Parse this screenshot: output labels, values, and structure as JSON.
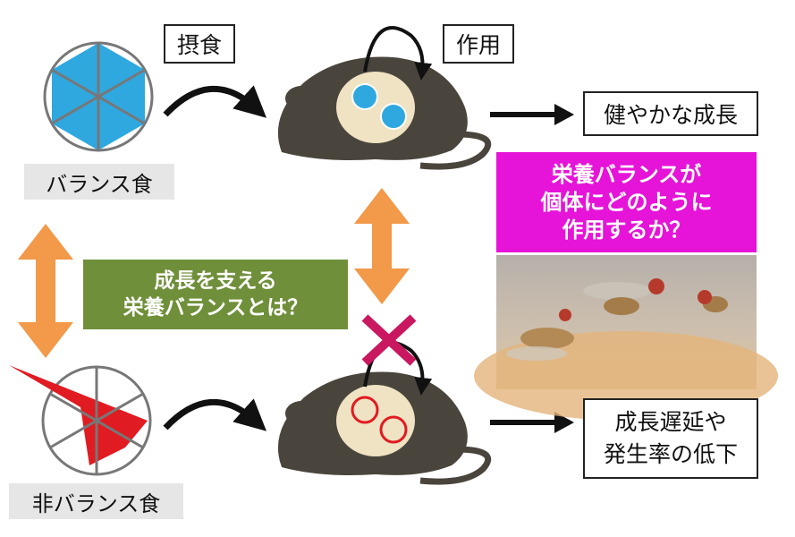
{
  "labels": {
    "intake": "摂食",
    "action": "作用",
    "balanced_diet": "バランス食",
    "unbalanced_diet": "非バランス食",
    "healthy_growth": "健やかな成長",
    "outcome_bad_line1": "成長遅延や",
    "outcome_bad_line2": "発生率の低下"
  },
  "question_green": {
    "line1": "成長を支える",
    "line2": "栄養バランスとは？"
  },
  "question_magenta": {
    "line1": "栄養バランスが",
    "line2": "個体にどのように",
    "line3": "作用するか？"
  },
  "colors": {
    "balanced_blue": "#2fa8e0",
    "unbalanced_red": "#e11b22",
    "mouse_gray": "#4a453c",
    "orange_arrow": "#f2994a",
    "green_box": "#6f8f3a",
    "magenta_box": "#e514d8",
    "cross_mark": "#c9185f"
  }
}
